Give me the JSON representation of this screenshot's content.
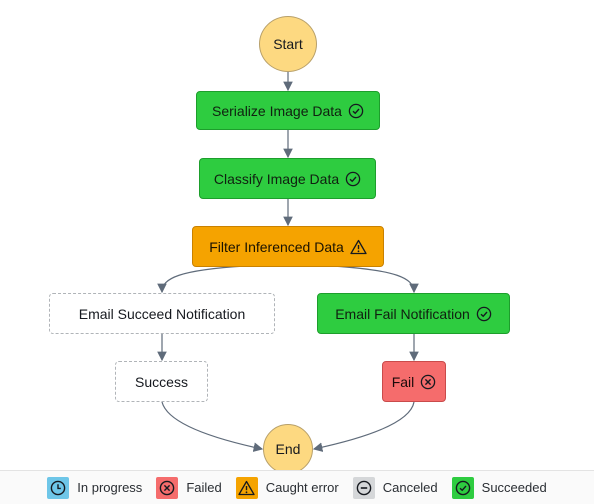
{
  "diagram": {
    "nodes": {
      "start": {
        "label": "Start"
      },
      "serialize": {
        "label": "Serialize Image Data",
        "status_icon": "check-circle-icon"
      },
      "classify": {
        "label": "Classify Image Data",
        "status_icon": "check-circle-icon"
      },
      "filter": {
        "label": "Filter Inferenced Data",
        "status_icon": "warning-icon"
      },
      "email_succeed": {
        "label": "Email Succeed Notification"
      },
      "email_fail": {
        "label": "Email Fail Notification",
        "status_icon": "check-circle-icon"
      },
      "success": {
        "label": "Success"
      },
      "fail": {
        "label": "Fail",
        "status_icon": "x-circle-icon"
      },
      "end": {
        "label": "End"
      }
    }
  },
  "legend": {
    "items": [
      {
        "label": "In progress",
        "icon": "clock-icon",
        "color": "#6ec6e8"
      },
      {
        "label": "Failed",
        "icon": "x-circle-icon",
        "color": "#f56c6c"
      },
      {
        "label": "Caught error",
        "icon": "warning-icon",
        "color": "#f5a300"
      },
      {
        "label": "Canceled",
        "icon": "minus-circle-icon",
        "color": "#d5d7d9"
      },
      {
        "label": "Succeeded",
        "icon": "check-circle-icon",
        "color": "#2ecc40"
      }
    ]
  },
  "colors": {
    "succeeded": "#2ecc40",
    "caught_error": "#f5a300",
    "failed": "#f56c6c",
    "terminal": "#fdd981",
    "edge": "#5f6b7a"
  }
}
